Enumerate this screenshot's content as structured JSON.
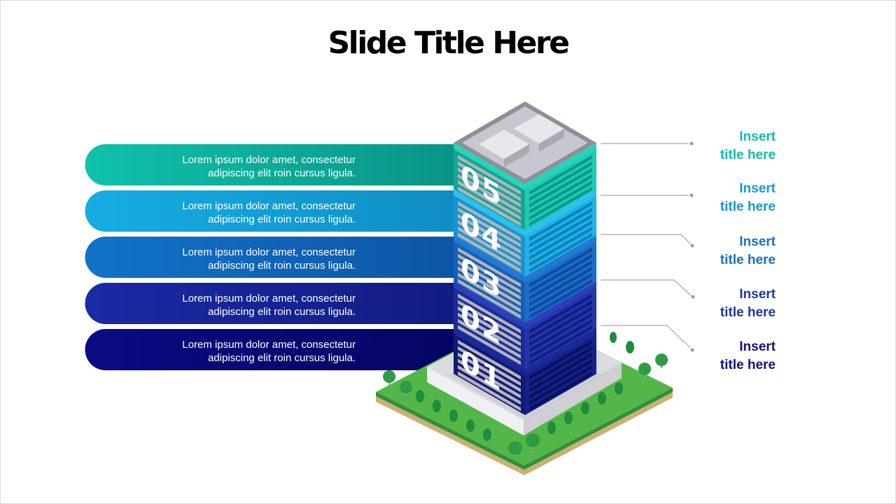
{
  "slide": {
    "title": "Slide Title Here"
  },
  "items": [
    {
      "floor": "05",
      "desc_line1": "Lorem ipsum dolor amet, consectetur",
      "desc_line2": "adipiscing elit roin cursus ligula.",
      "label_line1": "Insert",
      "label_line2": "title here",
      "label_color": "#0fbdab",
      "bar_gradient": {
        "from": "#0fc2ab",
        "to": "#0a9488"
      },
      "building": {
        "left": "#12a795",
        "right": "#1fcbb2",
        "stripe": "#0b9a8c",
        "band": "#26d4ba"
      }
    },
    {
      "floor": "04",
      "desc_line1": "Lorem ipsum dolor amet, consectetur",
      "desc_line2": "adipiscing elit roin cursus ligula.",
      "label_line1": "Insert",
      "label_line2": "title here",
      "label_color": "#1797d3",
      "bar_gradient": {
        "from": "#16ade3",
        "to": "#0f8ec4"
      },
      "building": {
        "left": "#1795cf",
        "right": "#20b3e7",
        "stripe": "#0e84bd",
        "band": "#2cc0ee"
      }
    },
    {
      "floor": "03",
      "desc_line1": "Lorem ipsum dolor amet, consectetur",
      "desc_line2": "adipiscing elit roin cursus ligula.",
      "label_line1": "Insert",
      "label_line2": "title here",
      "label_color": "#1a6fc0",
      "bar_gradient": {
        "from": "#1173c9",
        "to": "#0d55a6"
      },
      "building": {
        "left": "#1560b5",
        "right": "#1b6ecb",
        "stripe": "#0f4d9f",
        "band": "#2278d2"
      }
    },
    {
      "floor": "02",
      "desc_line1": "Lorem ipsum dolor amet, consectetur",
      "desc_line2": "adipiscing elit roin cursus ligula.",
      "label_line1": "Insert",
      "label_line2": "title here",
      "label_color": "#1e36a1",
      "bar_gradient": {
        "from": "#1b2aa4",
        "to": "#121c83"
      },
      "building": {
        "left": "#1c2b99",
        "right": "#2336af",
        "stripe": "#141e80",
        "band": "#2b3fbb"
      }
    },
    {
      "floor": "01",
      "desc_line1": "Lorem ipsum dolor amet, consectetur",
      "desc_line2": "adipiscing elit roin cursus ligula.",
      "label_line1": "Insert",
      "label_line2": "title here",
      "label_color": "#12127c",
      "bar_gradient": {
        "from": "#0a0a84",
        "to": "#050563"
      },
      "building": {
        "left": "#101a76",
        "right": "#16218c",
        "stripe": "#0a115e",
        "band": "#1b2996"
      }
    }
  ],
  "illustration": {
    "grass": "#52b748",
    "grass_edge": "#2f8f3e",
    "soil": "#c9b176",
    "platform_top": "#dcdce0",
    "platform_left": "#eef0f2",
    "platform_right": "#cfcfd4",
    "roof_outer": "#8f8f97",
    "roof_inner": "#c7c7cf",
    "rooftop_box_top": "#e7e7ec",
    "window_stripe_gray": "#b3b3bb",
    "tree": "#2f9b45",
    "bush": "#1f8c3e",
    "connector": "#a8a8a8"
  }
}
